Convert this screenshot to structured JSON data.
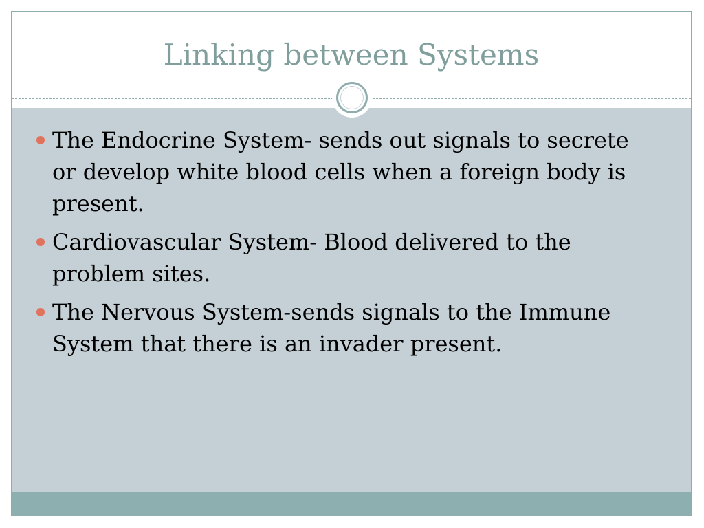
{
  "slide": {
    "title": "Linking between Systems",
    "bullets": [
      "The Endocrine System- sends out signals to secrete or develop white blood cells when a foreign body is present.",
      "Cardiovascular System- Blood delivered to the problem sites.",
      "The Nervous System-sends signals to the Immune System that there is an invader present."
    ]
  },
  "colors": {
    "title": "#7f9e9c",
    "body_background": "#c5d0d6",
    "footer_bar": "#8eafaf",
    "bullet": "#e0735d",
    "border": "#8fadad"
  },
  "icons": {
    "bullet": "circle-bullet-icon",
    "divider_ornament": "ring-ornament-icon"
  }
}
